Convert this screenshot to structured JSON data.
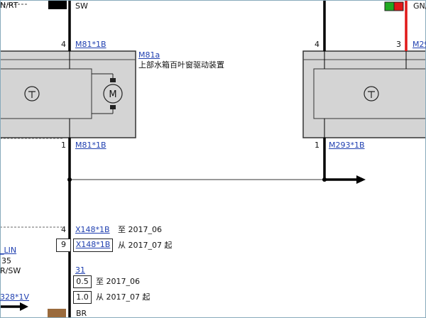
{
  "top": {
    "left_color": "N/RT",
    "sw_label": "SW",
    "right_color": "GN/"
  },
  "modules": {
    "left": {
      "code": "M81a",
      "name": "上部水箱百叶窗驱动装置",
      "top_pin": "4",
      "top_connector": "M81*1B",
      "bottom_pin": "1",
      "bottom_connector": "M81*1B"
    },
    "right": {
      "top_pin_left": "4",
      "top_pin_right": "3",
      "top_connector": "M29",
      "bottom_pin": "1",
      "bottom_connector": "M293*1B"
    }
  },
  "lower": {
    "x148_pin_a": "4",
    "x148_conn_a": "X148*1B",
    "x148_note_a": "至 2017_06",
    "x148_pin_b": "9",
    "x148_conn_b": "X148*1B",
    "x148_note_b": "从 2017_07 起",
    "wire_no": "31",
    "size_a": "0.5",
    "size_note_a": "至 2017_06",
    "size_b": "1.0",
    "size_note_b": "从 2017_07 起",
    "wire_color": "BR",
    "left_lin": "_LIN",
    "left_num": "35",
    "left_color": "R/SW",
    "left_connector": "328*1V"
  },
  "colors": {
    "wire": "#000000",
    "wire_red": "#e01818",
    "green": "#22aa22",
    "module_fill": "#d4d4d4",
    "brown": "#9a6a3c",
    "link": "#1f3fb0"
  }
}
